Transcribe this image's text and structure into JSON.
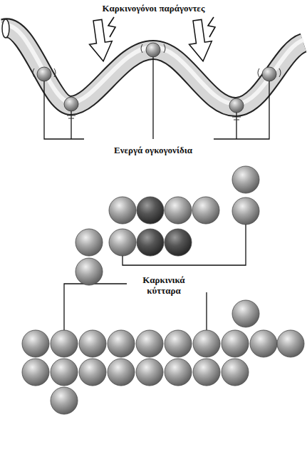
{
  "diagram": {
    "labels": [
      "Καρκινογόνοι παράγοντες",
      "Ενεργά ογκογονίδια",
      "Καρκινικά κύτταρα"
    ]
  }
}
